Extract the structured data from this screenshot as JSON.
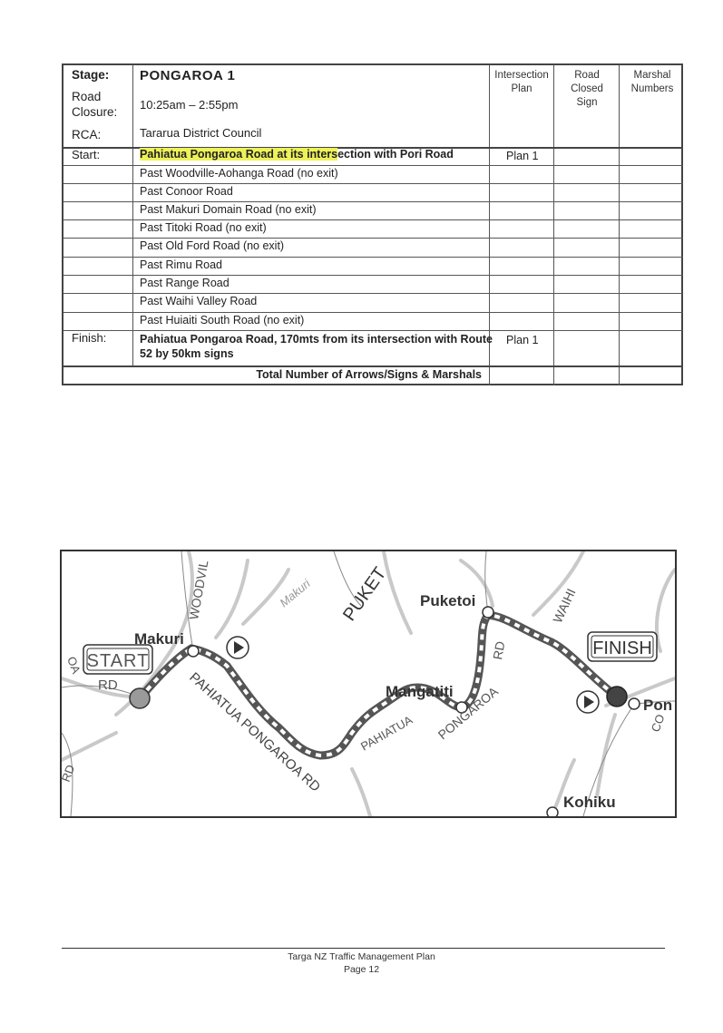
{
  "stage_table": {
    "labels": {
      "stage": "Stage:",
      "road_closure": "Road Closure:",
      "rca": "RCA:",
      "start": "Start:",
      "finish": "Finish:"
    },
    "stage_name": "PONGAROA 1",
    "road_closure_time": "10:25am – 2:55pm",
    "rca_value": "Tararua District Council",
    "columns": {
      "intersection_plan": "Intersection Plan",
      "road_closed_sign": "Road Closed Sign",
      "marshal_numbers": "Marshal Numbers"
    },
    "start_road_highlighted": "Pahiatua Pongaroa Road at its inters",
    "start_road_rest": "ection with Pori Road",
    "start_plan": "Plan 1",
    "past_roads": [
      "Past Woodville-Aohanga Road (no exit)",
      "Past Conoor Road",
      "Past Makuri Domain Road (no exit)",
      "Past Titoki Road (no exit)",
      "Past Old Ford Road (no exit)",
      "Past Rimu Road",
      "Past Range Road",
      "Past Waihi Valley Road",
      "Past Huiaiti South Road (no exit)"
    ],
    "finish_line1": "Pahiatua Pongaroa Road, 170mts from its intersection with Route",
    "finish_line2": "52 by 50km signs",
    "finish_plan": "Plan 1",
    "total_label": "Total Number of Arrows/Signs & Marshals"
  },
  "map": {
    "start_label": "START",
    "finish_label": "FINISH",
    "places": {
      "makuri": "Makuri",
      "puketoi": "Puketoi",
      "mangatiti": "Mangatiti",
      "kohiku": "Kohiku",
      "pon": "Pon"
    },
    "road_labels": {
      "woodvil": "WOODVIL",
      "makuri_road": "Makuri",
      "puket": "PUKET",
      "waihi": "WAIHI",
      "rd_left": "RD",
      "oa": "OA",
      "rd_vertical": "RD",
      "pahiatua_pongaroa_rd": "PAHIATUA PONGAROA RD",
      "pahiatua": "PAHIATUA",
      "pongaroa": "PONGAROA",
      "rd_bottom_left": "RD",
      "co": "CO"
    },
    "colors": {
      "route": "#555555",
      "start_dot": "#9a9a9a",
      "finish_dot": "#444444",
      "river": "#c9c9c9"
    }
  },
  "footer": {
    "title": "Targa NZ Traffic Management Plan",
    "page": "Page 12"
  }
}
